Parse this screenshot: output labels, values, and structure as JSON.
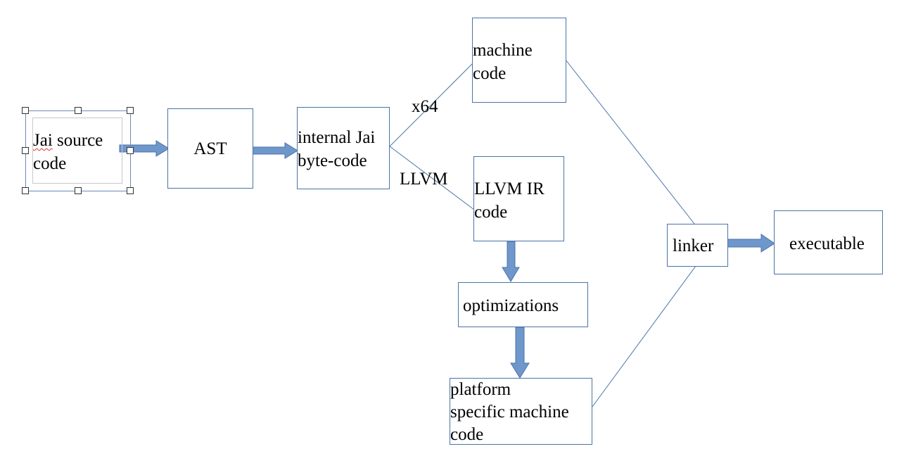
{
  "colors": {
    "box_border": "#4a73a9",
    "arrow_fill": "#6f97cc",
    "arrow_stroke": "#4a73a9",
    "connector": "#4a73a9"
  },
  "nodes": {
    "jai_source": {
      "word1": "Jai",
      "rest_line1": " source",
      "line2": "code"
    },
    "ast": {
      "label": "AST"
    },
    "bytecode": {
      "line1": "internal Jai",
      "line2": "byte-code"
    },
    "machine_code": {
      "line1": "machine",
      "line2": "code"
    },
    "llvm_ir": {
      "line1": "LLVM IR",
      "line2": "code"
    },
    "optimizations": {
      "label": "optimizations"
    },
    "platform_code": {
      "line1": "platform",
      "line2": "specific machine",
      "line3": "code"
    },
    "linker": {
      "label": "linker"
    },
    "executable": {
      "label": "executable"
    }
  },
  "edge_labels": {
    "x64": "x64",
    "llvm": "LLVM"
  },
  "icons": {
    "selection_handle": "resize-handle-icon"
  }
}
